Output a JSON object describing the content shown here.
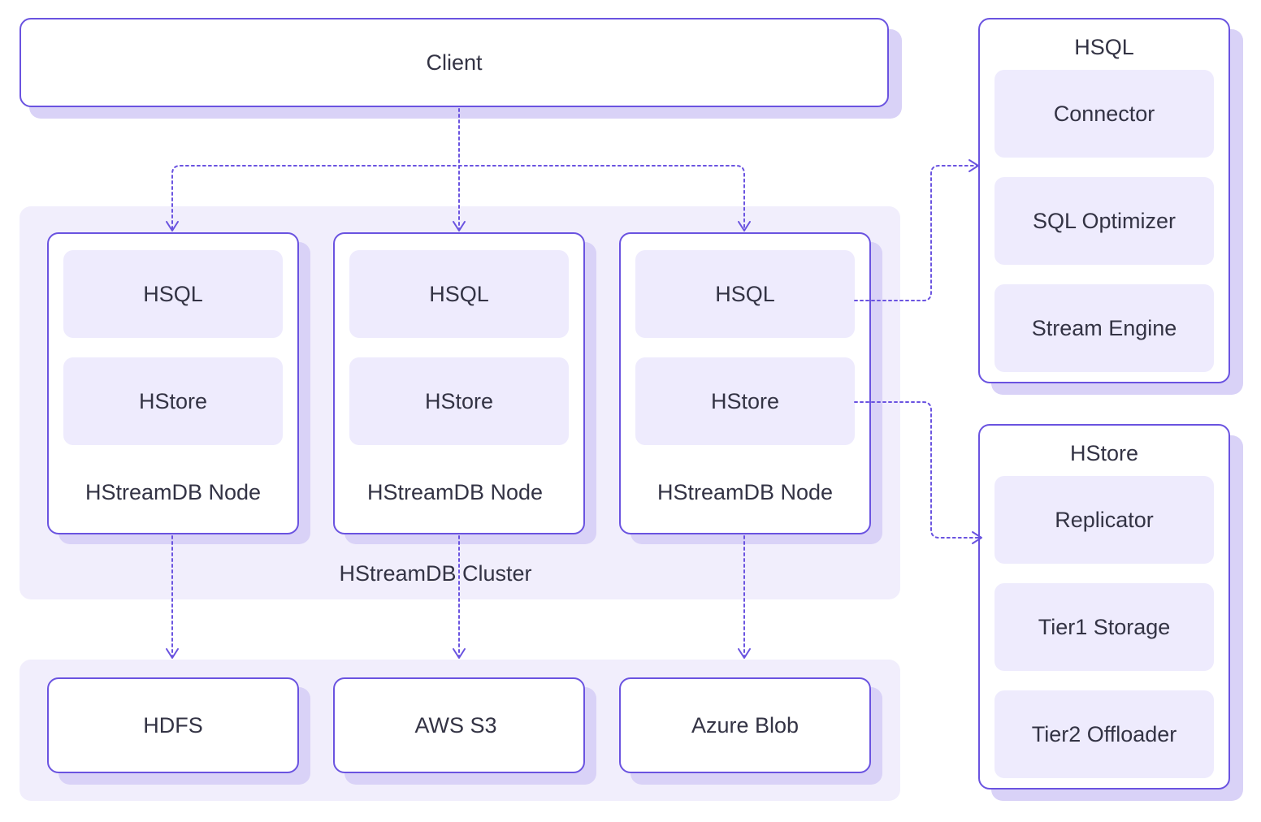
{
  "client": {
    "label": "Client"
  },
  "cluster": {
    "label": "HStreamDB Cluster",
    "nodes": [
      {
        "label": "HStreamDB Node",
        "hsql": "HSQL",
        "hstore": "HStore"
      },
      {
        "label": "HStreamDB Node",
        "hsql": "HSQL",
        "hstore": "HStore"
      },
      {
        "label": "HStreamDB Node",
        "hsql": "HSQL",
        "hstore": "HStore"
      }
    ]
  },
  "storage": {
    "items": [
      "HDFS",
      "AWS S3",
      "Azure Blob"
    ]
  },
  "hsql_detail": {
    "title": "HSQL",
    "items": [
      "Connector",
      "SQL Optimizer",
      "Stream Engine"
    ]
  },
  "hstore_detail": {
    "title": "HStore",
    "items": [
      "Replicator",
      "Tier1 Storage",
      "Tier2 Offloader"
    ]
  },
  "colors": {
    "accent": "#6a53e0",
    "panel": "#f1eefc",
    "inner": "#eeebfd",
    "shadow": "#d9d2f7"
  }
}
